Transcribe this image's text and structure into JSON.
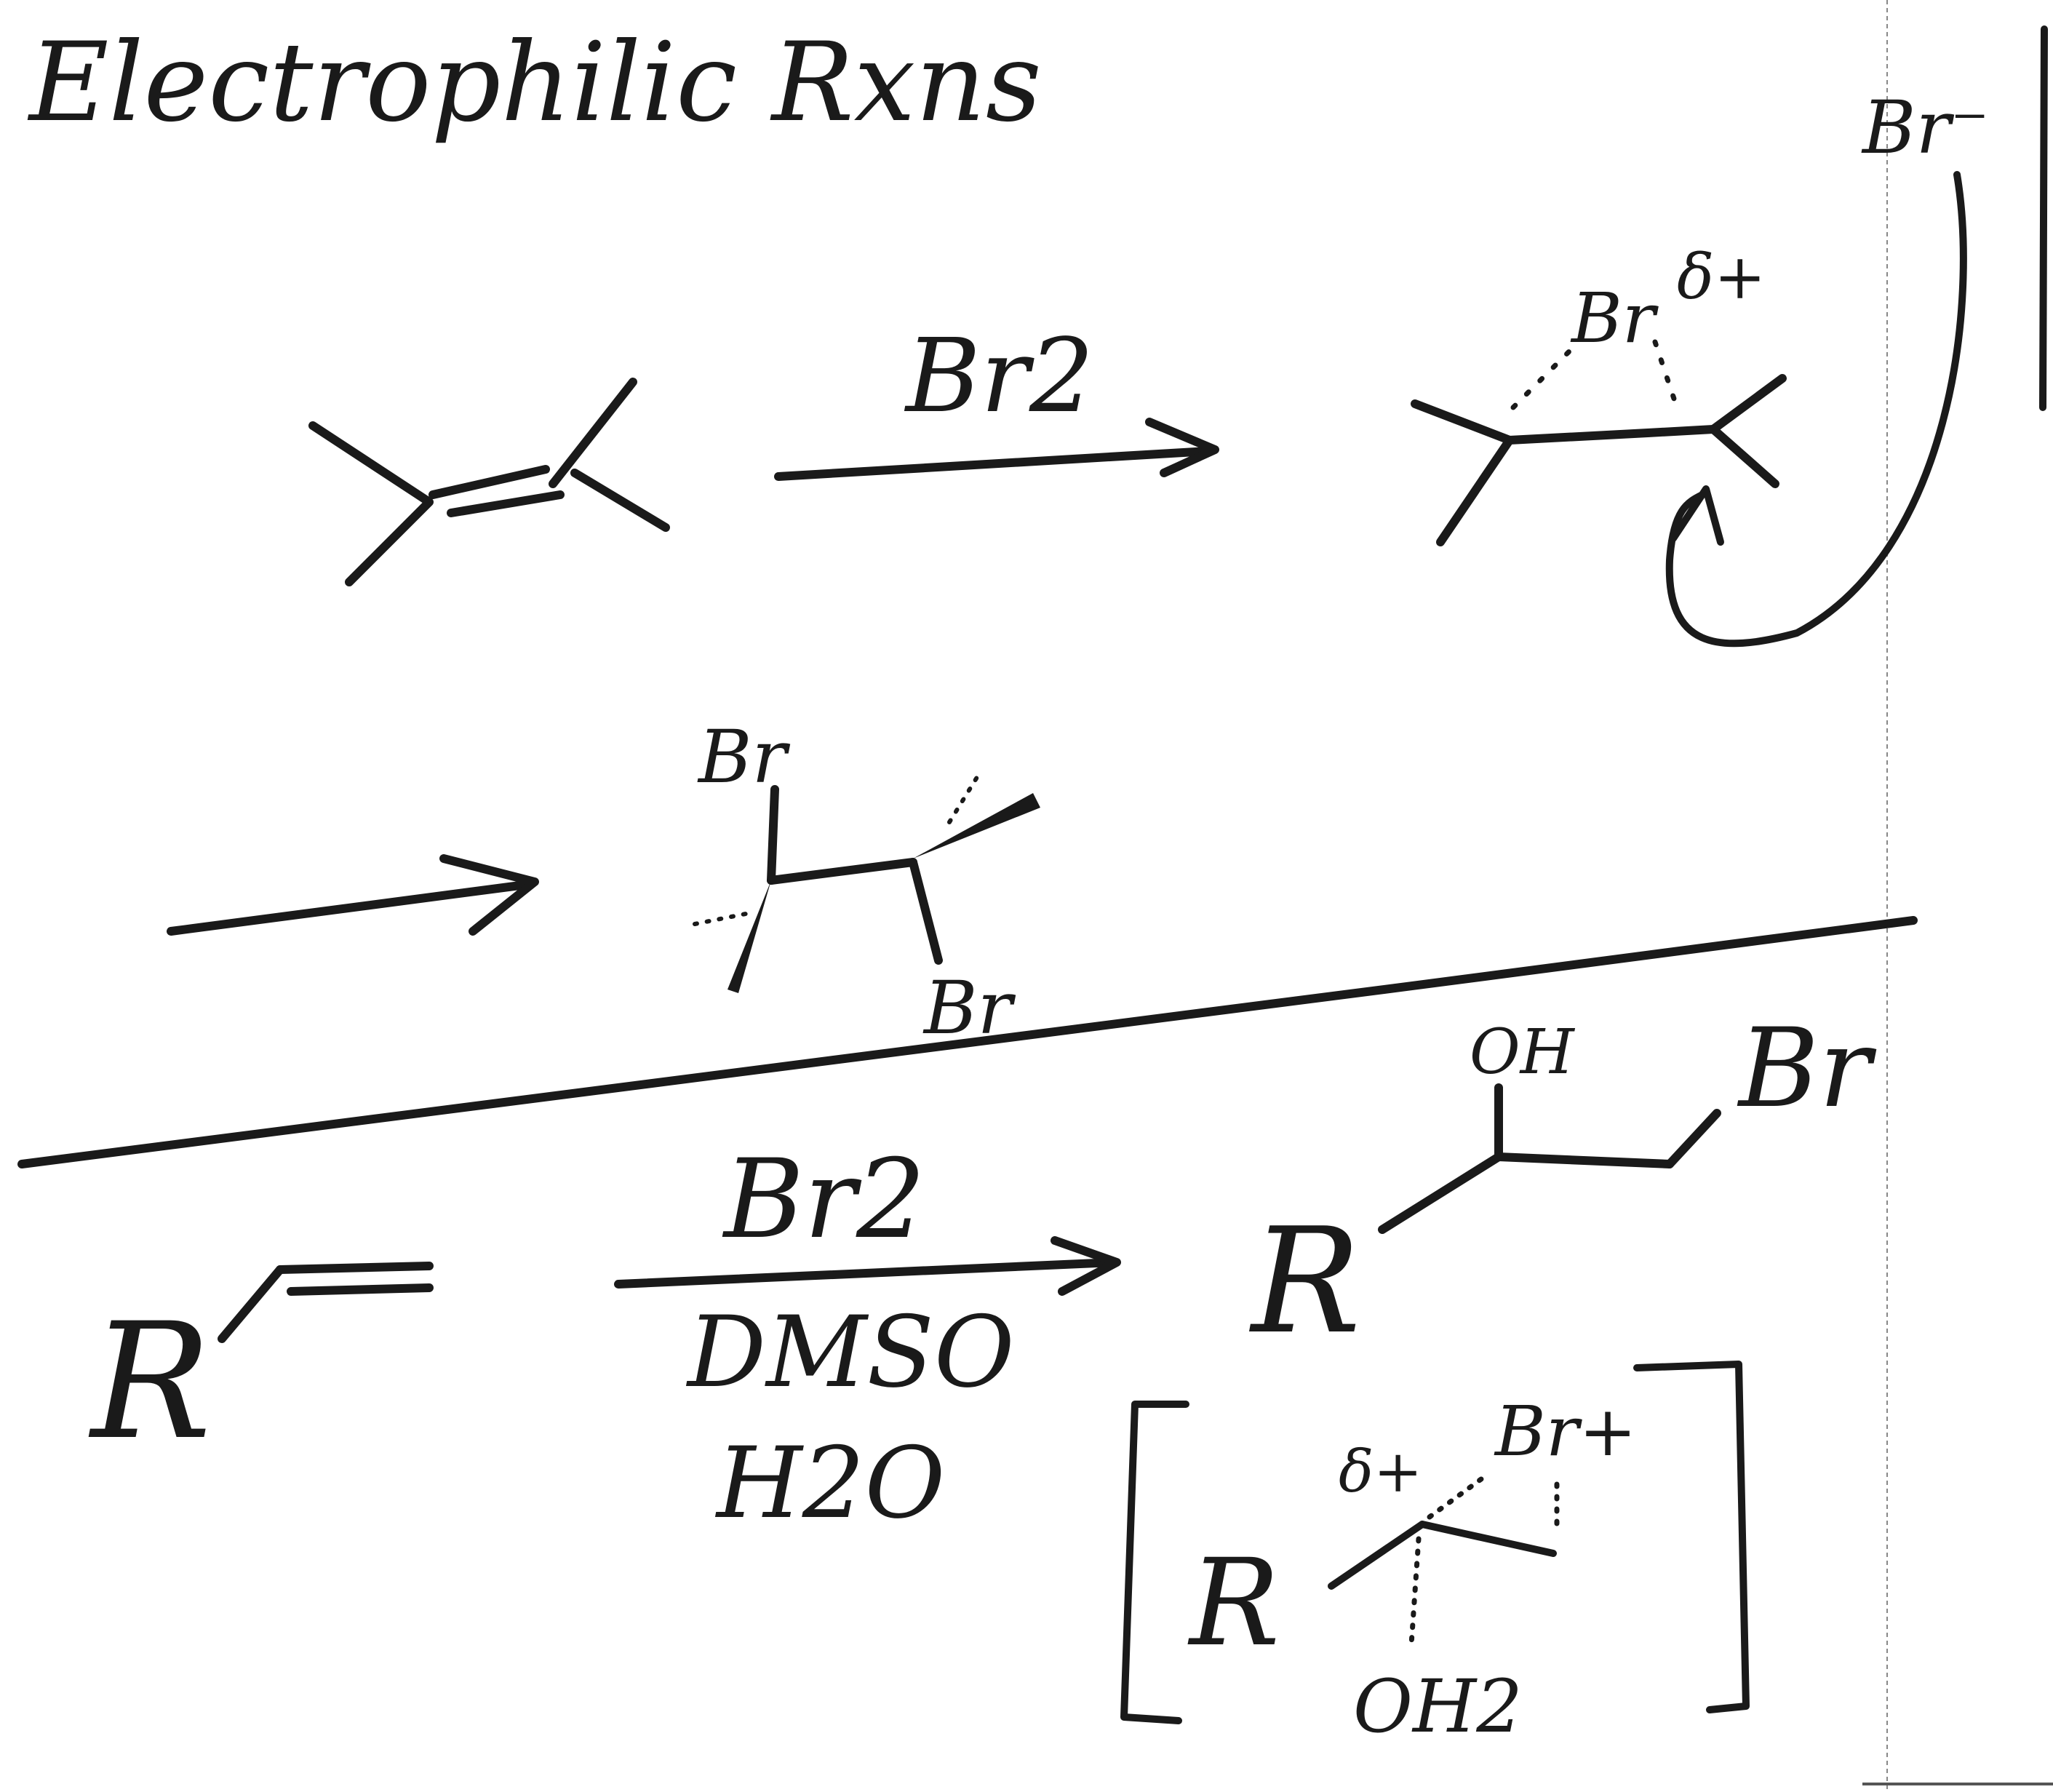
{
  "title": "Electrophilic Rxns",
  "scheme1": {
    "reagent": "Br2",
    "intermediate_bromine": "Br",
    "partial_charge": "δ+",
    "bromide": "Br⁻"
  },
  "scheme2": {
    "top_br": "Br",
    "bottom_br": "Br"
  },
  "scheme3": {
    "substrate_r": "R",
    "reagent": "Br2",
    "solvent": "DMSO",
    "water": "H2O",
    "product_r": "R",
    "product_oh": "OH",
    "product_br": "Br",
    "bracket_r": "R",
    "bracket_partial": "δ+",
    "bracket_br": "Br+",
    "bracket_water": "OH2"
  }
}
